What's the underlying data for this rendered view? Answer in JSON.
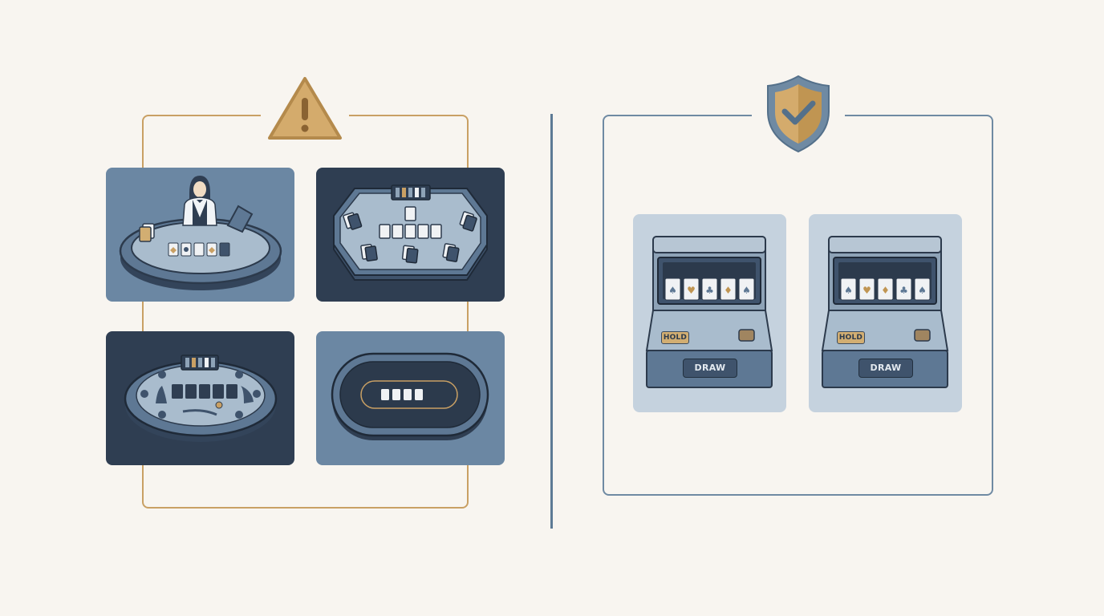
{
  "left_panel": {
    "frame_color": "#c9a064",
    "emblem_icon": "warning-triangle-icon",
    "tiles": [
      {
        "id": "blackjack",
        "icon": "blackjack-table-with-dealer-icon"
      },
      {
        "id": "baccarat",
        "icon": "baccarat-table-icon"
      },
      {
        "id": "roulette",
        "icon": "roulette-table-icon"
      },
      {
        "id": "poker",
        "icon": "poker-table-icon"
      }
    ]
  },
  "right_panel": {
    "frame_color": "#6f8aa3",
    "emblem_icon": "shield-check-icon",
    "machines": [
      {
        "hold_label": "HOLD",
        "draw_label": "DRAW",
        "cards": [
          "spade",
          "heart",
          "club",
          "diamond",
          "spade"
        ]
      },
      {
        "hold_label": "HOLD",
        "draw_label": "DRAW",
        "cards": [
          "spade",
          "heart",
          "diamond",
          "club",
          "spade"
        ]
      }
    ]
  },
  "colors": {
    "background": "#f8f5f0",
    "accent_gold": "#c9a064",
    "accent_blue": "#6f8aa3",
    "navy": "#2f3e52"
  }
}
